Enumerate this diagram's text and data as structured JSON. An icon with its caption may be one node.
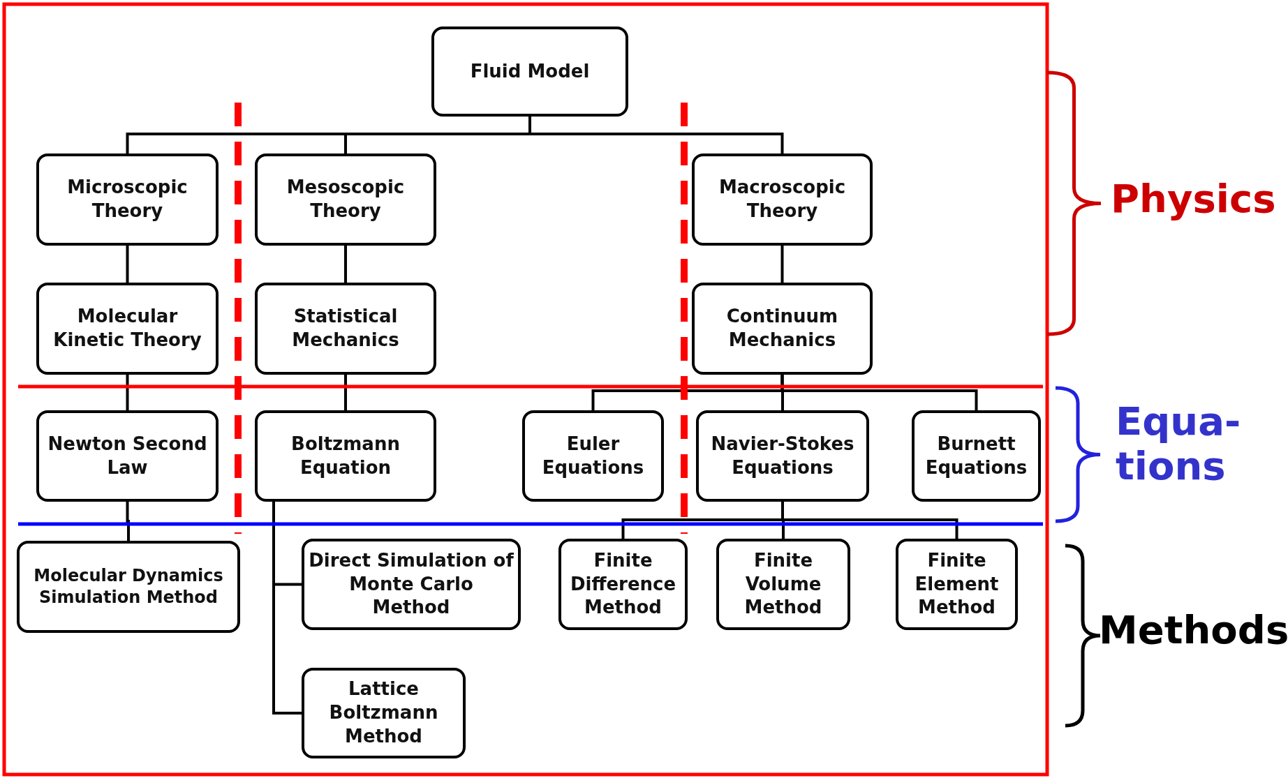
{
  "diagram": {
    "nodes": [
      {
        "text": [
          "Fluid Model"
        ]
      },
      {
        "text": [
          "Microscopic Theory"
        ]
      },
      {
        "text": [
          "Mesoscopic Theory"
        ]
      },
      {
        "text": [
          "Macroscopic Theory"
        ]
      },
      {
        "text": [
          "Molecular Kinetic Theory"
        ]
      },
      {
        "text": [
          "Statistical Mechanics"
        ]
      },
      {
        "text": [
          "Continuum Mechanics"
        ]
      },
      {
        "text": [
          "Newton Second Law"
        ]
      },
      {
        "text": [
          "Boltzmann Equation"
        ]
      },
      {
        "text": [
          "Euler Equations"
        ]
      },
      {
        "text": [
          "Navier-Stokes Equations"
        ]
      },
      {
        "text": [
          "Burnett Equations"
        ]
      },
      {
        "text": [
          "Molecular Dynamics Simulation Method"
        ]
      },
      {
        "text": [
          "Direct Simulation of Monte Carlo Method"
        ]
      },
      {
        "text": [
          "Lattice Boltzmann Method"
        ]
      },
      {
        "text": [
          "Finite Difference Method"
        ]
      },
      {
        "text": [
          "Finite Volume Method"
        ]
      },
      {
        "text": [
          "Finite Element Method"
        ]
      }
    ],
    "edges": [
      {
        "from": 0,
        "to": 1,
        "arrow": "none"
      },
      {
        "from": 0,
        "to": 2,
        "arrow": "none"
      },
      {
        "from": 0,
        "to": 3,
        "arrow": "none"
      },
      {
        "from": 1,
        "to": 4,
        "arrow": "none"
      },
      {
        "from": 2,
        "to": 5,
        "arrow": "none"
      },
      {
        "from": 3,
        "to": 6,
        "arrow": "none"
      },
      {
        "from": 4,
        "to": 7,
        "arrow": "none"
      },
      {
        "from": 5,
        "to": 8,
        "arrow": "none"
      },
      {
        "from": 6,
        "to": 9,
        "arrow": "none"
      },
      {
        "from": 6,
        "to": 10,
        "arrow": "none"
      },
      {
        "from": 6,
        "to": 11,
        "arrow": "none"
      },
      {
        "from": 7,
        "to": 12,
        "arrow": "none"
      },
      {
        "from": 8,
        "to": 13,
        "arrow": "none"
      },
      {
        "from": 8,
        "to": 14,
        "arrow": "none"
      },
      {
        "from": 10,
        "to": 15,
        "arrow": "none"
      },
      {
        "from": 10,
        "to": 16,
        "arrow": "none"
      },
      {
        "from": 10,
        "to": 17,
        "arrow": "none"
      }
    ],
    "labels": [
      "Physics",
      "Equa- tions",
      "Methods"
    ]
  }
}
